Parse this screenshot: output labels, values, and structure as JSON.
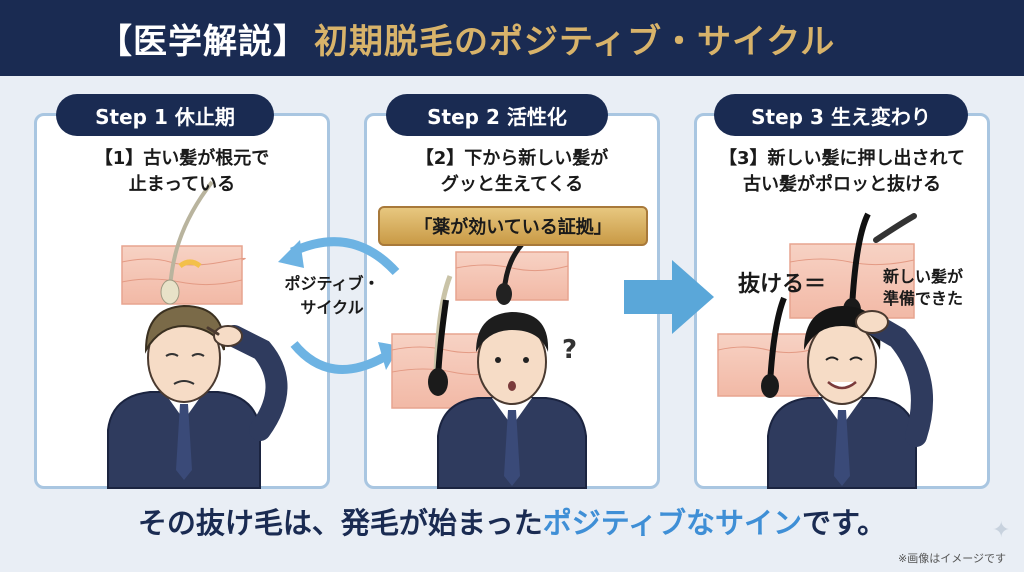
{
  "header": {
    "prefix": "【医学解説】",
    "title": "初期脱毛のポジティブ・サイクル"
  },
  "steps": [
    {
      "label": "Step 1 休止期",
      "desc_line1": "【1】古い髪が根元で",
      "desc_line2": "止まっている"
    },
    {
      "label": "Step 2 活性化",
      "desc_line1": "【2】下から新しい髪が",
      "desc_line2": "グッと生えてくる",
      "callout": "「薬が効いている証拠」"
    },
    {
      "label": "Step 3 生え変わり",
      "desc_line1": "【3】新しい髪に押し出されて",
      "desc_line2": "古い髪がポロッと抜ける",
      "label_nukeru": "抜ける＝",
      "label_ready_line1": "新しい髪が",
      "label_ready_line2": "準備できた"
    }
  ],
  "cycle_label_line1": "ポジティブ・",
  "cycle_label_line2": "サイクル",
  "question_mark": "?",
  "bottom": {
    "part1": "その抜け毛は、発毛が始まった",
    "highlight": "ポジティブなサイン",
    "part2": "です。"
  },
  "note": "※画像はイメージです",
  "colors": {
    "navy": "#1a2b52",
    "gold": "#d8b36a",
    "accent_blue": "#3f8fd6",
    "arrow_blue": "#5aa7d9",
    "panel_border": "#a9c6e1"
  }
}
